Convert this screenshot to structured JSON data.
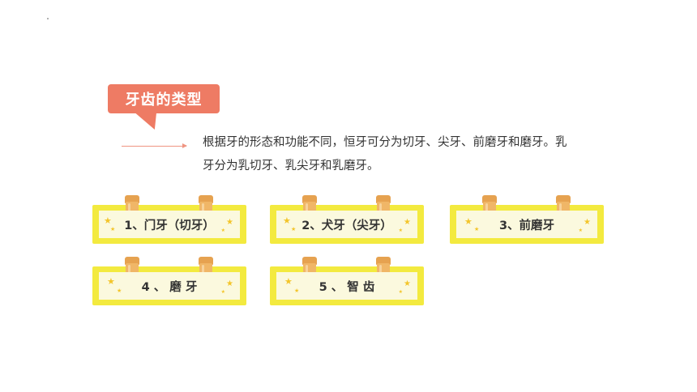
{
  "title": "牙齿的类型",
  "description": "根据牙的形态和功能不同，恒牙可分为切牙、尖牙、前磨牙和磨牙。乳牙分为乳切牙、乳尖牙和乳磨牙。",
  "cards": [
    {
      "label": "1、门牙（切牙）"
    },
    {
      "label": "2、犬牙（尖牙）"
    },
    {
      "label": "3、前磨牙"
    },
    {
      "label": "4 、 磨 牙"
    },
    {
      "label": "5 、 智 齿"
    }
  ],
  "colors": {
    "title_bg": "#ee7b64",
    "card_frame": "#f3ea3f",
    "card_fill": "#fbf9de",
    "clip": "#f0b667",
    "star": "#f3c52a"
  }
}
